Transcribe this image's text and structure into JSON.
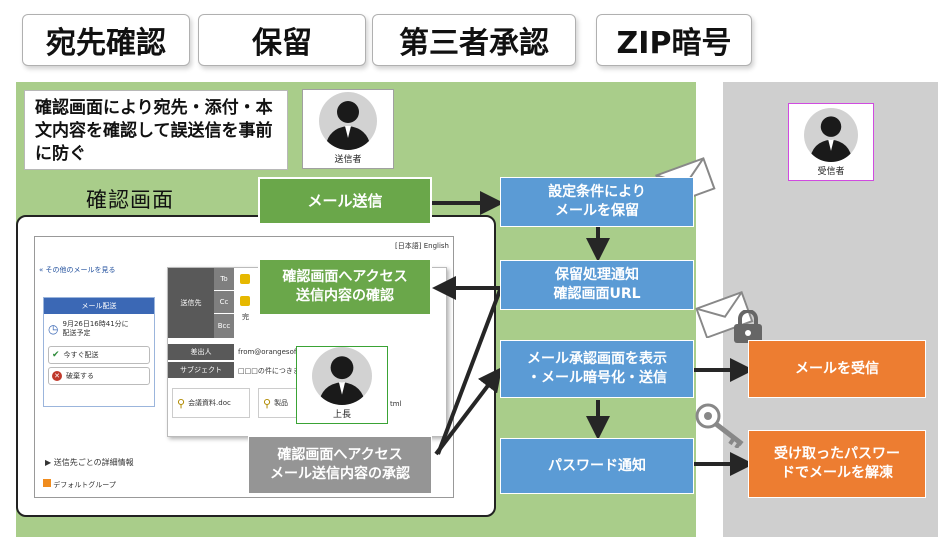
{
  "tabs": [
    "宛先確認",
    "保留",
    "第三者承認",
    "ZIP暗号"
  ],
  "sender_note": "確認画面により宛先・添付・本文内容を確認して誤送信を事前に防ぐ",
  "sender_caption": "送信者",
  "receiver_caption": "受信者",
  "boss_caption": "上長",
  "confirm_screen_label": "確認画面",
  "flow": {
    "send_mail": "メール送信",
    "hold": "設定条件により\nメールを保留",
    "hold_notice": "保留処理通知\n確認画面URL",
    "access_confirm": "確認画面へアクセス\n送信内容の確認",
    "approve_display": "メール承認画面を表示\n・メール暗号化・送信",
    "access_approve": "確認画面へアクセス\nメール送信内容の承認",
    "password_notice": "パスワード通知",
    "receive_mail": "メールを受信",
    "decrypt": "受け取ったパスワー\nドでメールを解凍"
  },
  "screen": {
    "lang": "[日本語] English",
    "back_link": "その他のメールを見る",
    "panel_title": "メール配送",
    "schedule": "9月26日16時41分に\n配送予定",
    "send_now": "今すぐ配送",
    "discard": "破棄する",
    "to_label": "送信先",
    "to": "To",
    "cc": "Cc",
    "bcc": "Bcc",
    "cc_value": "完",
    "from_label": "差出人",
    "from_value": "from@orangesoft.co.jp",
    "subject_label": "サブジェクト",
    "subject_value": "□□□の件につきまし",
    "attach1": "会議資料.doc",
    "attach2": "製品",
    "attach3": "tml",
    "details": "送信先ごとの詳細情報",
    "group": "デフォルトグループ"
  },
  "colors": {
    "green_bg": "#a9cd8a",
    "gray_bg": "#cfcfcf",
    "green_box": "#6aa74a",
    "blue_box": "#5b9bd5",
    "orange_box": "#ed7d31",
    "gray_box": "#959595"
  }
}
